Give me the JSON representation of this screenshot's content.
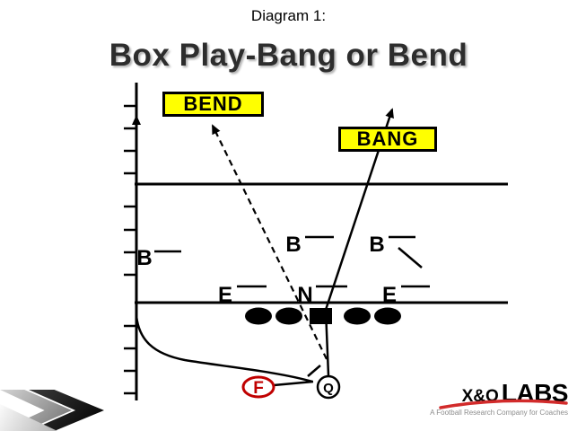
{
  "slide": {
    "heading": "Diagram 1:",
    "title": "Box Play-Bang or Bend"
  },
  "labels": {
    "bend": "BEND",
    "bang": "BANG"
  },
  "players": {
    "backer_left": "B",
    "backer_mid": "B",
    "backer_right": "B",
    "end_left": "E",
    "nose": "N",
    "end_right": "E",
    "fullback": "F",
    "quarterback": "Q"
  },
  "branding": {
    "name_prefix": "X&O",
    "name_suffix": "LABS",
    "tagline": "A Football Research Company for Coaches"
  },
  "colors": {
    "label_bg": "#FFFF00",
    "fullback_red": "#C00000",
    "logo_red": "#D22B2B",
    "ink": "#000000"
  }
}
